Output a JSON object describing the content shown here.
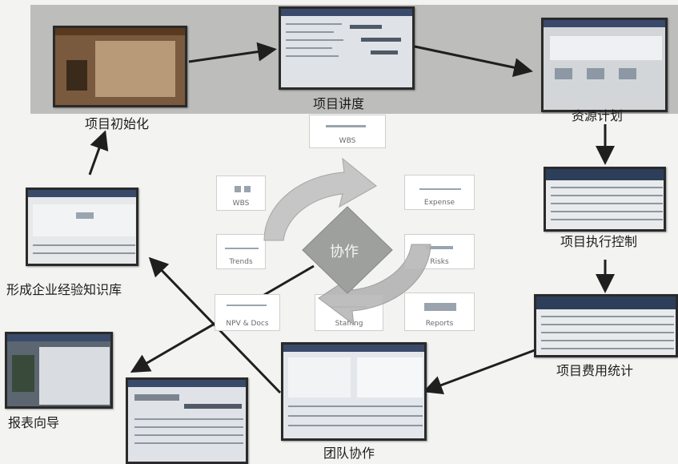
{
  "labels": {
    "init": "项目初始化",
    "schedule": "项目讲度",
    "resource": "资源计划",
    "execute": "项目执行控制",
    "cost": "项目费用统计",
    "team": "团队协作",
    "report": "报表向导",
    "knowledge": "形成企业经验知识库"
  },
  "center": {
    "label": "协作"
  },
  "tiles": {
    "top": "WBS",
    "wbs": "WBS",
    "expense": "Expense",
    "trends": "Trends",
    "risks": "Risks",
    "nav": "NPV & Docs",
    "staffing": "Staffing",
    "reports": "Reports"
  }
}
